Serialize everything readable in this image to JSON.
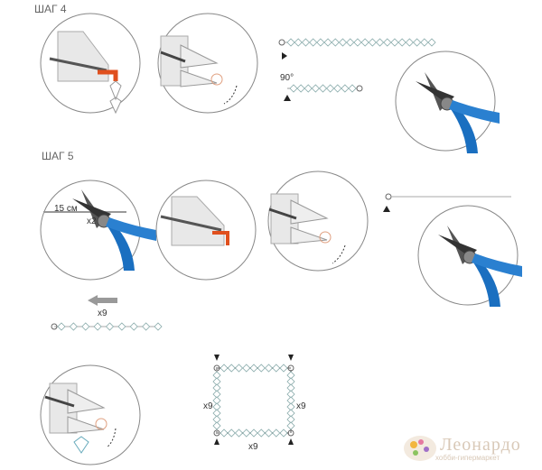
{
  "steps": [
    {
      "title": "ШАГ 4",
      "angle_label": "90°"
    },
    {
      "title": "ШАГ 5",
      "length_label": "15 см",
      "count_label": "x2",
      "bead_count_label": "x9"
    }
  ],
  "square": {
    "left_label": "x9",
    "right_label": "x9",
    "bottom_label": "x9"
  },
  "logo": {
    "name": "Леонардо",
    "tagline": "хобби-гипермаркет"
  },
  "colors": {
    "accent_orange": "#e0501e",
    "plier_blue": "#1a6fc0",
    "line_gray": "#888888"
  }
}
